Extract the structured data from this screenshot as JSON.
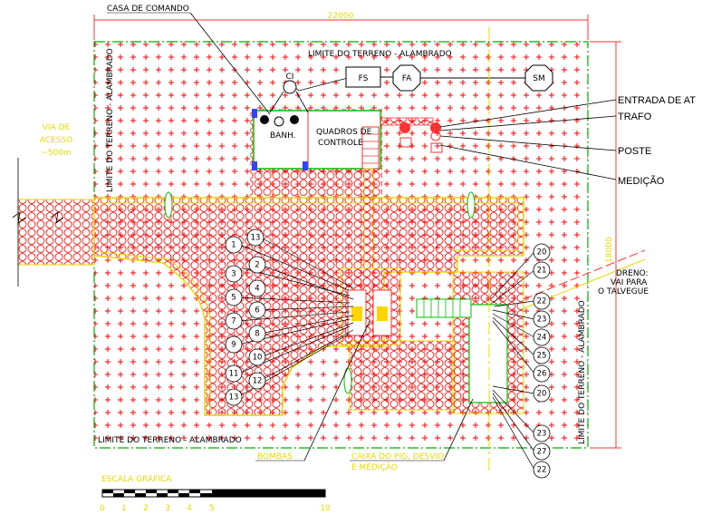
{
  "title_block": {
    "casa_comando": "CASA DE COMANDO",
    "overall_width": "22000",
    "overall_height": "18000"
  },
  "boundary": {
    "top": "LIMITE DO TERRENO - ALAMBRADO",
    "bottom": "LIMITE DO TERRENO - ALAMBRADO",
    "left": "LIMITE DO TERRENO - ALAMBRADO",
    "right": "LIMITE DO TERRENO - ALAMBRADO"
  },
  "access_road": {
    "line1": "VIA DE",
    "line2": "ACESSO",
    "line3": "~500m"
  },
  "equipment_chain": {
    "ci": "CI",
    "fs": "FS",
    "fa": "FA",
    "sm": "SM"
  },
  "building": {
    "banh": "BANH.",
    "quadros1": "QUADROS DE",
    "quadros2": "CONTROLE"
  },
  "right_labels": {
    "entrada": "ENTRADA DE AT",
    "trafo": "TRAFO",
    "poste": "POSTE",
    "medicao": "MEDIÇÃO"
  },
  "dreno": {
    "line1": "DRENO:",
    "line2": "VAI PARA",
    "line3": "O TALVEGUE"
  },
  "bottom_labels": {
    "bombas": "BOMBAS",
    "caixa1": "CAIXA DO PIG, DESVIO",
    "caixa2": "E MEDIÇÃO"
  },
  "callouts_left": [
    "1",
    "2",
    "3",
    "4",
    "5",
    "6",
    "7",
    "8",
    "9",
    "10",
    "11",
    "12",
    "13",
    "13"
  ],
  "callouts_right": [
    "20",
    "21",
    "22",
    "23",
    "24",
    "25",
    "26",
    "20",
    "23",
    "27",
    "22"
  ],
  "scale": {
    "title": "ESCALA GRÁFICA",
    "ticks": [
      "0",
      "1",
      "2",
      "3",
      "4",
      "5",
      "10"
    ]
  }
}
